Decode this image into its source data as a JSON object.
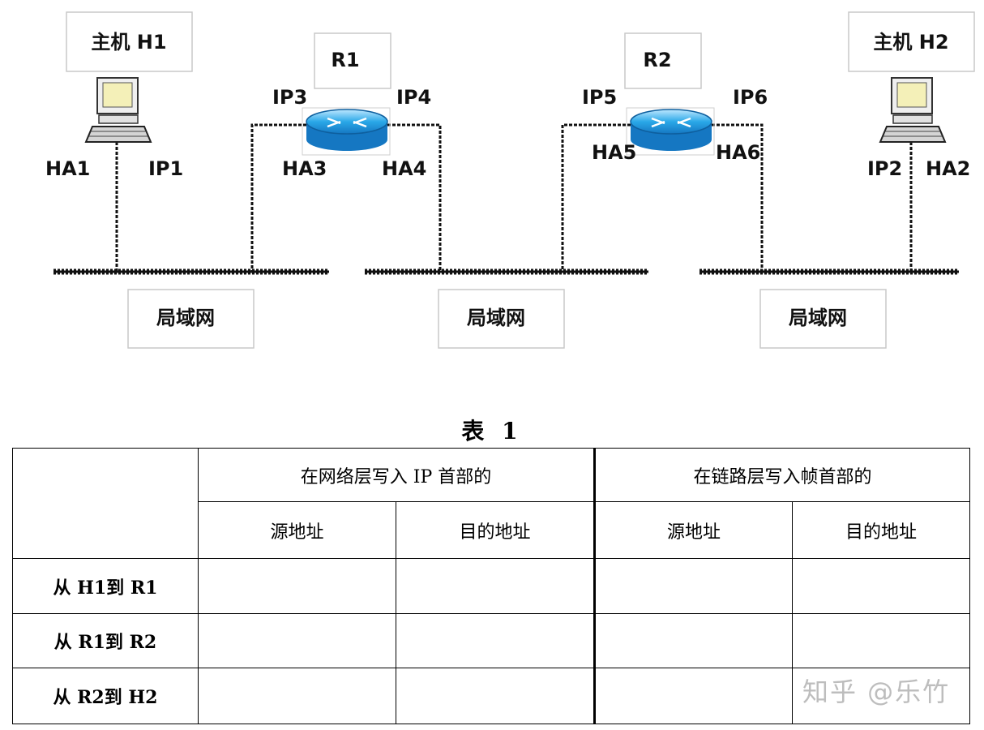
{
  "diagram": {
    "host1_label": "主机 H1",
    "host2_label": "主机 H2",
    "router1_label": "R1",
    "router2_label": "R2",
    "ip1": "IP1",
    "ip2": "IP2",
    "ip3": "IP3",
    "ip4": "IP4",
    "ip5": "IP5",
    "ip6": "IP6",
    "ha1": "HA1",
    "ha2": "HA2",
    "ha3": "HA3",
    "ha4": "HA4",
    "ha5": "HA5",
    "ha6": "HA6",
    "lan_left": "局域网",
    "lan_middle": "局域网",
    "lan_right": "局域网",
    "router_color": "#2aa8e8",
    "host_color": "#f4f0b8"
  },
  "table": {
    "title": "表 1",
    "group_ip": "在网络层写入 IP 首部的",
    "group_frame": "在链路层写入帧首部的",
    "col_src1": "源地址",
    "col_dst1": "目的地址",
    "col_src2": "源地址",
    "col_dst2": "目的地址",
    "row1": "从 H1到 R1",
    "row2": "从 R1到 R2",
    "row3": "从 R2到 H2"
  },
  "watermark": "知乎 @乐竹"
}
